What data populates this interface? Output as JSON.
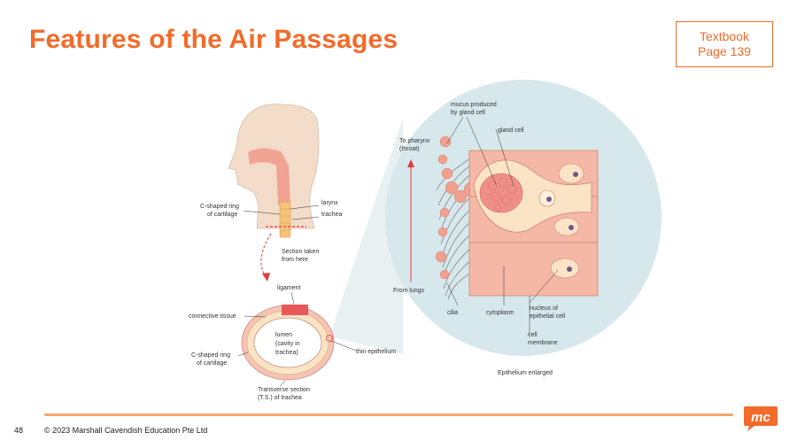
{
  "slide": {
    "title": "Features of the Air Passages",
    "reference_line1": "Textbook",
    "reference_line2": "Page 139",
    "page_number": "48",
    "copyright": "© 2023 Marshall Cavendish Education Pte Ltd",
    "logo_text": "mc"
  },
  "figure": {
    "head": {
      "larynx": "larynx",
      "trachea": "trachea",
      "c_ring_1": "C-shaped ring",
      "c_ring_2": "of cartilage",
      "section_1": "Section taken",
      "section_2": "from here"
    },
    "cross_section": {
      "ligament": "ligament",
      "connective": "connective tissue",
      "lumen_1": "lumen",
      "lumen_2": "(cavity in",
      "lumen_3": "trachea)",
      "c_ring_1": "C-shaped ring",
      "c_ring_2": "of cartilage",
      "thin_epithelium": "thin epithelium",
      "ts_1": "Transverse section",
      "ts_2": "(T.S.) of trachea"
    },
    "enlarged": {
      "mucus_1": "mucus produced",
      "mucus_2": "by gland cell",
      "gland_cell": "gland cell",
      "pharynx_1": "To pharynx",
      "pharynx_2": "(throat)",
      "from_lungs": "From lungs",
      "cilia": "cilia",
      "cytoplasm": "cytoplasm",
      "nucleus_1": "nucleus of",
      "nucleus_2": "epithelial cell",
      "membrane_1": "cell",
      "membrane_2": "membrane",
      "caption": "Epithelium enlarged"
    }
  },
  "colors": {
    "accent": "#f26b2a",
    "circle_bg": "#d7e8ec",
    "tissue_pink": "#f6b8a6",
    "cartilage": "#f5d79a"
  }
}
